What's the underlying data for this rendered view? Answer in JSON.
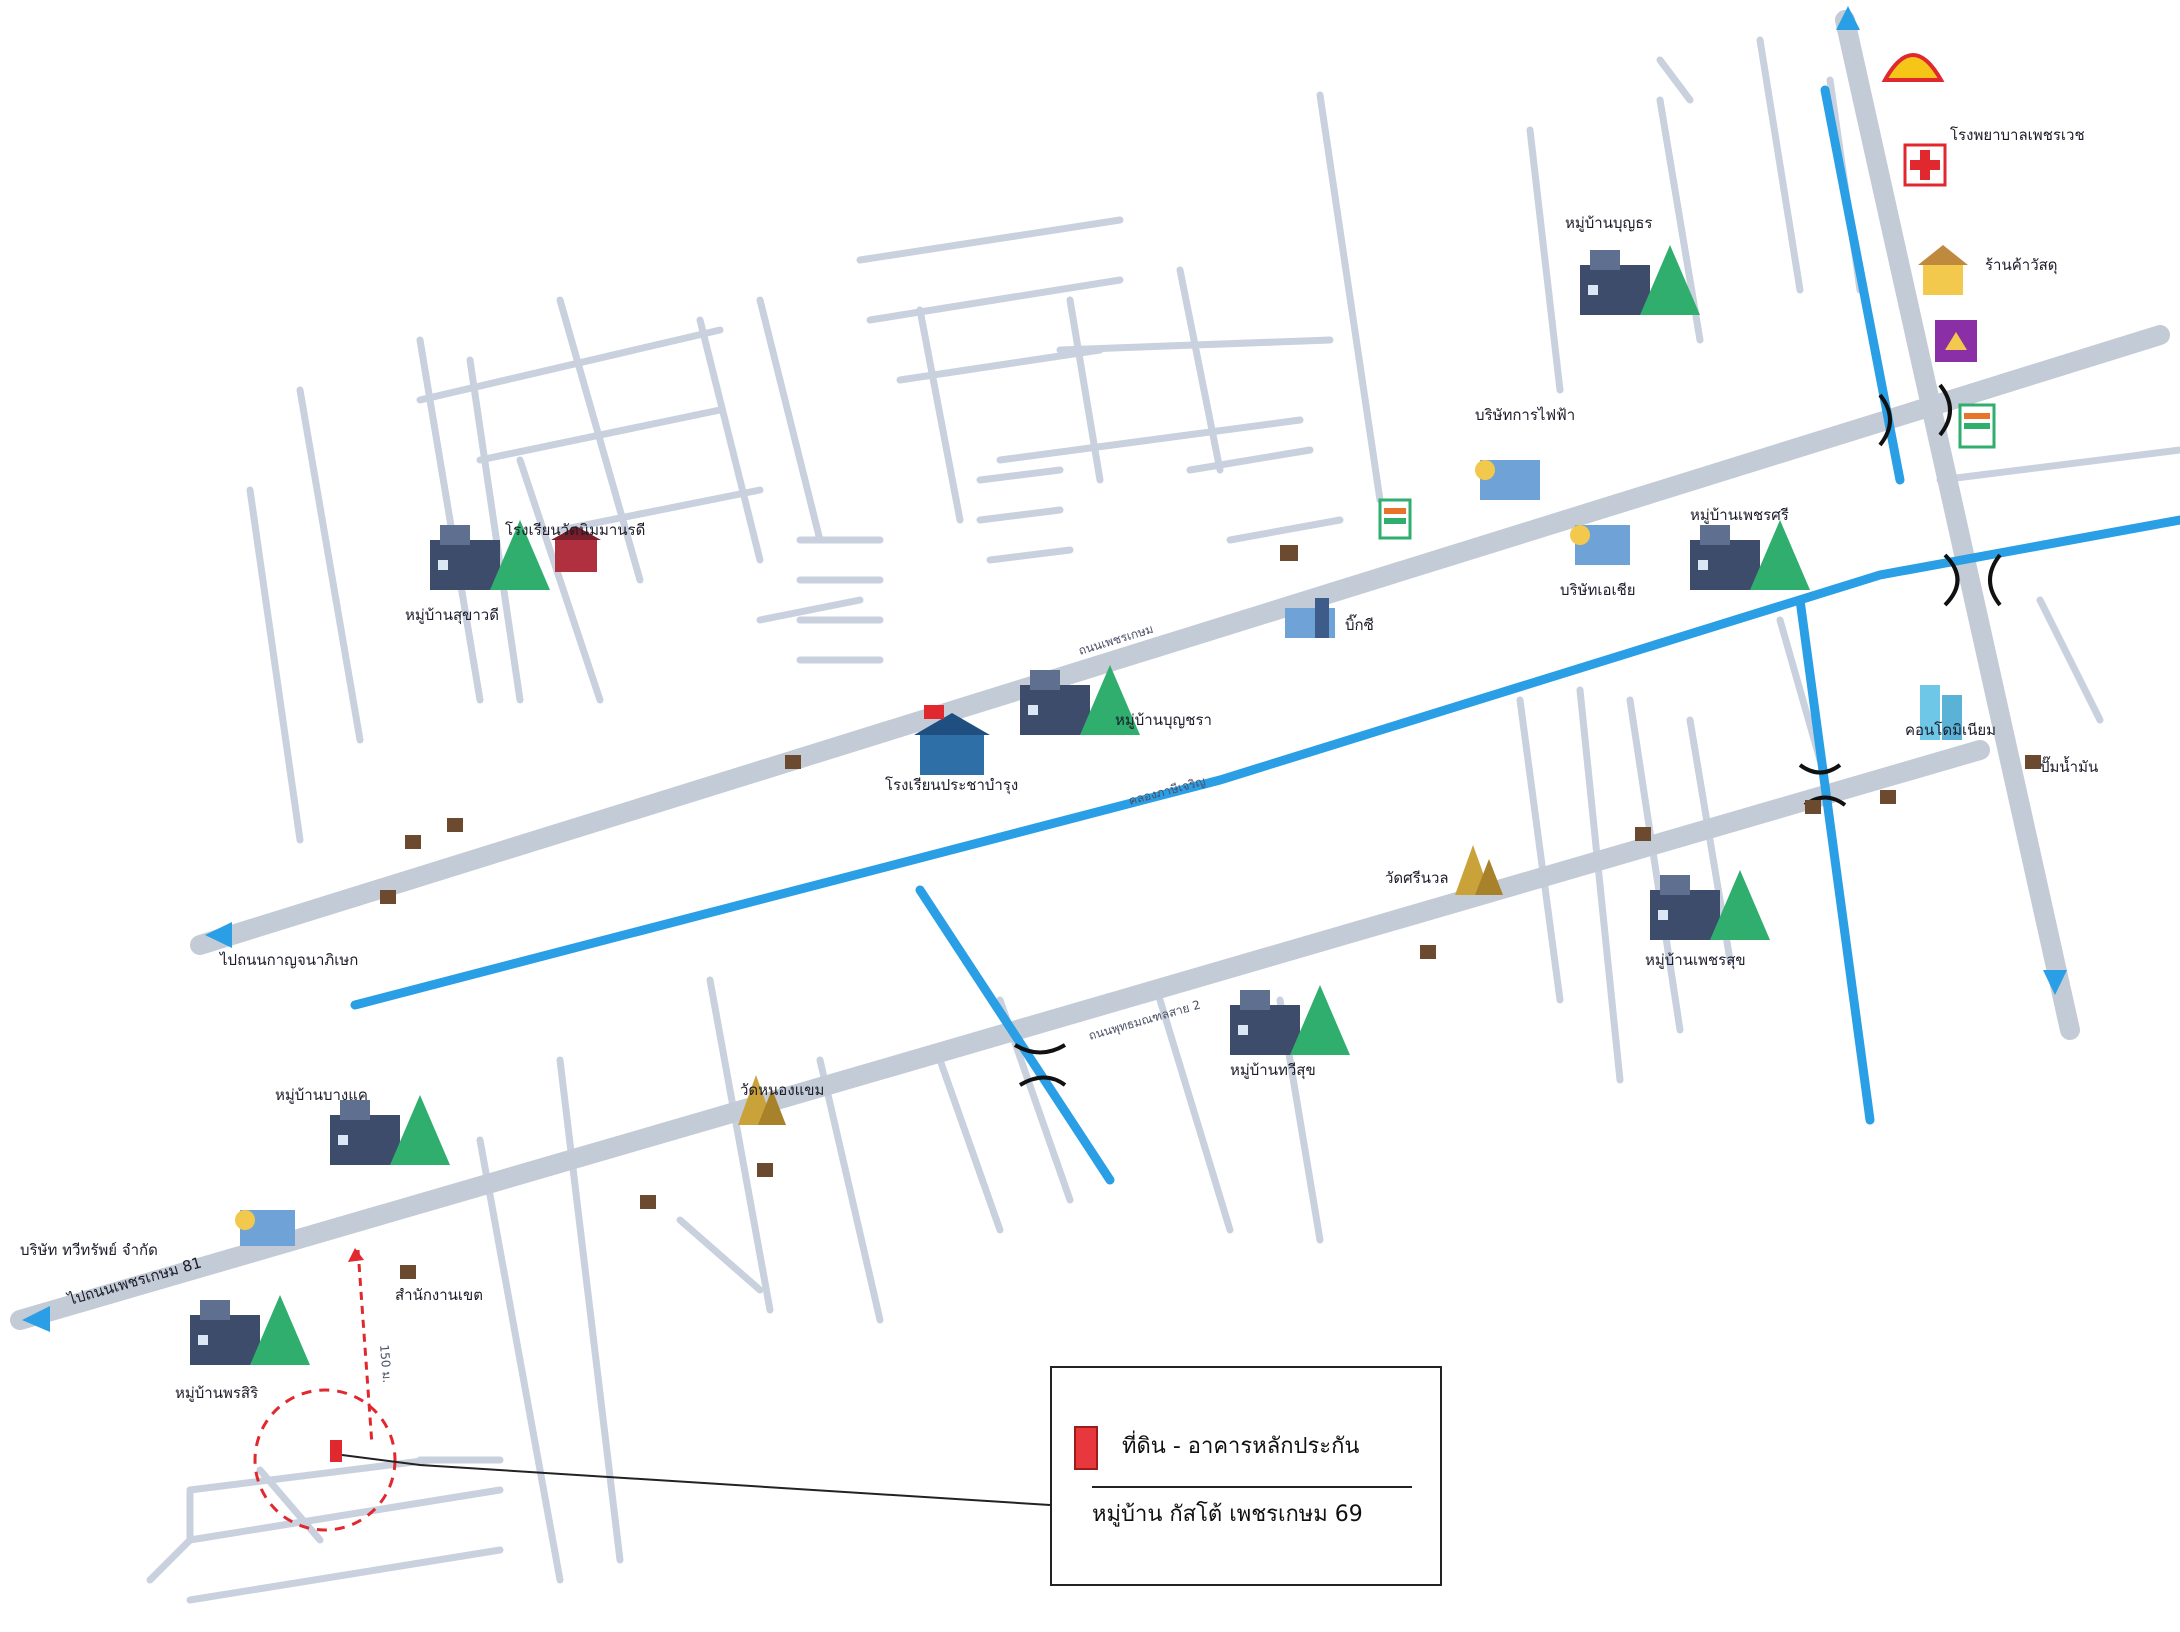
{
  "legend": {
    "title": "ที่ดิน - อาคารหลักประกัน",
    "subtitle": "หมู่บ้าน กัสโต้ เพชรเกษม 69",
    "swatch_color": "#e8383d"
  },
  "colors": {
    "minor_road": "#c9d1de",
    "main_road": "#c3cbd6",
    "canal": "#2a9fe6",
    "marker": "#e0282e"
  },
  "places": {
    "shell": "Shell",
    "hospital": "โรงพยาบาลเพชรเวช",
    "shop": "ร้านค้าวัสดุ",
    "bank": "ธนาคาร",
    "seven_eleven": "7-Eleven",
    "village_top": "หมู่บ้านบุญธร",
    "company_top": "บริษัทการไฟฟ้า",
    "village_right": "หมู่บ้านเพชรศรี",
    "company_mid": "บริษัทเอเชีย",
    "school_top_left": "โรงเรียนวัดนิมมานรดี",
    "village_left": "หมู่บ้านสุขาวดี",
    "bldg_right": "บิ๊กซี",
    "village_mid": "หมู่บ้านบุญชรา",
    "school_center": "โรงเรียนประชาบำรุง",
    "temple_right": "วัดศรีนวล",
    "bldg_tower": "คอนโดมิเนียม",
    "gas_right": "ปั๊มน้ำมัน",
    "village_lower_right": "หมู่บ้านเพชรสุข",
    "village_lower_mid": "หมู่บ้านทวีสุข",
    "temple_lower": "วัดหนองแขม",
    "village_bottom_left": "หมู่บ้านบางแค",
    "company_bottom": "บริษัท ทวีทรัพย์ จำกัด",
    "village_site": "หมู่บ้านพรสิริ",
    "office_left": "สำนักงานเขต",
    "road_left_upper": "ไปถนนกาญจนาภิเษก",
    "road_left_lower": "ไปถนนเพชรเกษม 81",
    "road_main": "ถนนเพชรเกษม",
    "road_lower": "ถนนพุทธมณฑลสาย 2",
    "canal_label": "คลองภาษีเจริญ",
    "distance_label": "150 ม."
  }
}
